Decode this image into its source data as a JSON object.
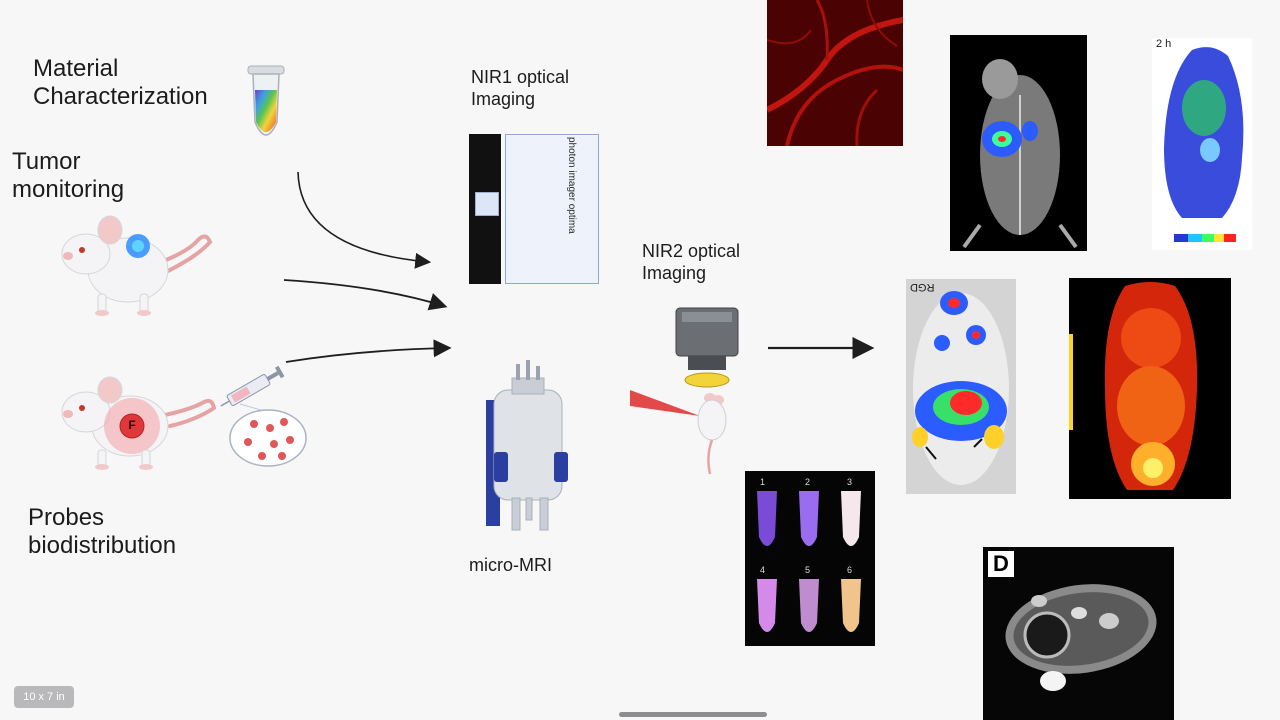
{
  "labels": {
    "material": "Material\nCharacterization",
    "tumor": "Tumor\nmonitoring",
    "probes": "Probes\nbiodistribution",
    "nir1": "NIR1 optical\nImaging",
    "nir2": "NIR2 optical\nImaging",
    "mri": "micro-MRI"
  },
  "device": {
    "text": "photon imager optima"
  },
  "mouse_marker": {
    "letter": "F"
  },
  "images": {
    "bio_timepoint": "2 h",
    "rgd_label": "RGD",
    "panel_letter": "D",
    "vial_numbers": [
      "1",
      "2",
      "3",
      "4",
      "5",
      "6"
    ]
  },
  "badge": "10 x 7 in",
  "colors": {
    "arrow": "#1e1e1e",
    "vessel_red": "#c2150f",
    "mri_blue": "#2a3fa0",
    "fluor_blue": "#2b5cff",
    "tumor_red": "#e0383a"
  }
}
